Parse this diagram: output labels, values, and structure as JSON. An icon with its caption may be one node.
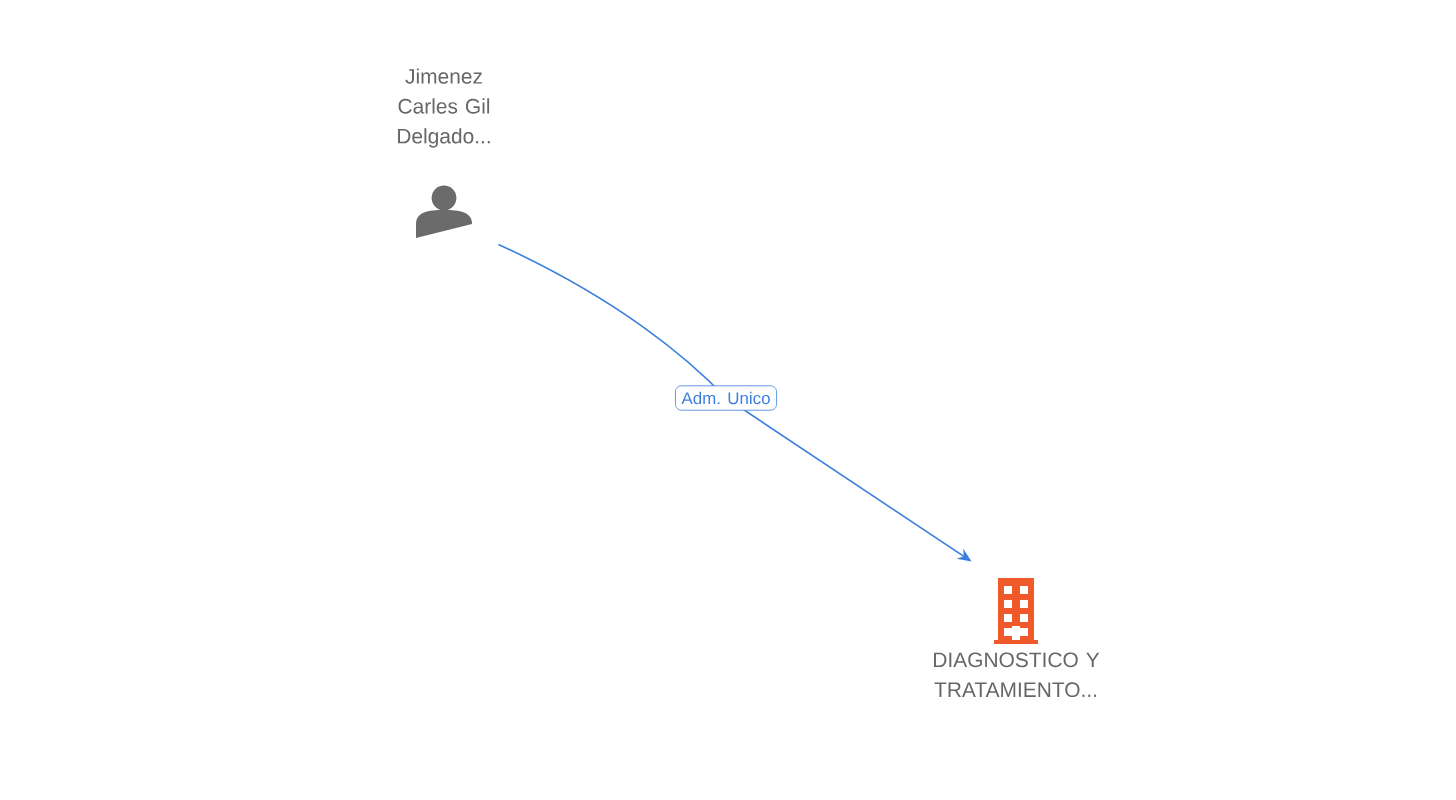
{
  "diagram": {
    "nodes": [
      {
        "text": [
          "Jimenez Carles Gil Delgado..."
        ]
      },
      {
        "text": [
          "DIAGNOSTICO Y TRATAMIENTO..."
        ]
      }
    ],
    "edges": [
      {
        "from": 0,
        "to": 1,
        "arrow": "to",
        "label": "Adm. Unico"
      }
    ]
  }
}
